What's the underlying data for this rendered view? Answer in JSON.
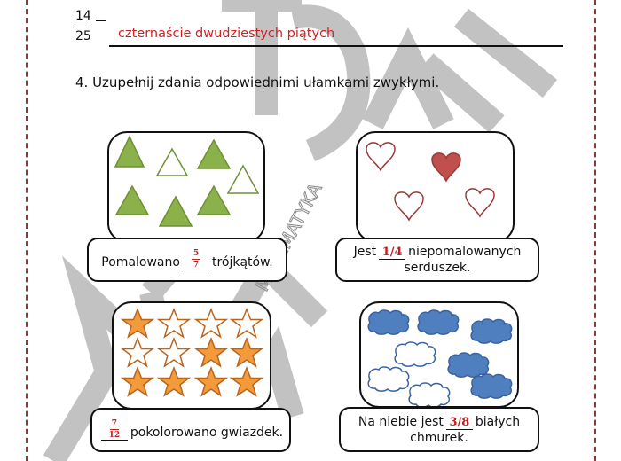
{
  "header_example": {
    "fraction_numerator": "14",
    "fraction_denominator": "25",
    "answer_text": "czternaście dwudziestych piątych"
  },
  "task": {
    "heading": "4. Uzupełnij zdania odpowiednimi ułamkami zwykłymi."
  },
  "exercises": [
    {
      "shape": "triangle",
      "total": 7,
      "filled": 5,
      "color": "#8ab14a",
      "caption_before": "Pomalowano",
      "answer_numerator": "5",
      "answer_denominator": "7",
      "caption_after": "trójkątów."
    },
    {
      "shape": "heart",
      "total": 4,
      "filled": 1,
      "color": "#c0504d",
      "caption_before": "Jest",
      "answer": "1/4",
      "caption_after": "niepomalowanych",
      "caption_line2": "serduszek."
    },
    {
      "shape": "star",
      "total": 12,
      "filled": 7,
      "color": "#f39a3a",
      "answer_numerator": "7",
      "answer_denominator": "12",
      "caption_after": "pokolorowano gwiazdek."
    },
    {
      "shape": "cloud",
      "total": 8,
      "filled": 5,
      "color": "#4f7fbf",
      "caption_before": "Na niebie jest",
      "answer": "3/8",
      "caption_after": "białych",
      "caption_line2": "chmurek."
    }
  ],
  "watermark": {
    "large_text": "MATEMATYKA",
    "small_text": "MATEMATYKA",
    "color": "#b3b3b3"
  },
  "colors": {
    "answer_red": "#d42020",
    "border_dashed": "#8b3a3a"
  }
}
